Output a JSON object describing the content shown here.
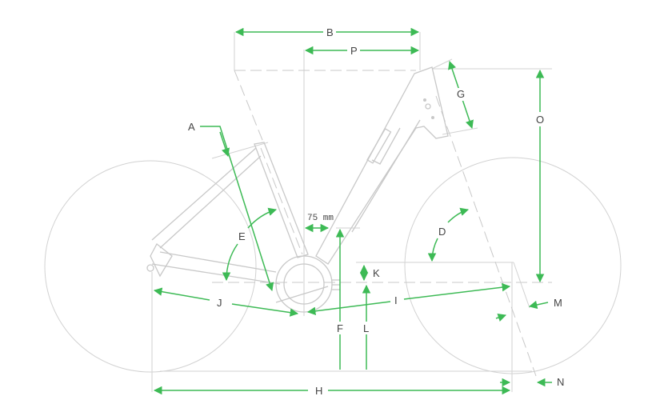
{
  "labels": {
    "A": "A",
    "B": "B",
    "D": "D",
    "E": "E",
    "F": "F",
    "G": "G",
    "H": "H",
    "I": "I",
    "J": "J",
    "K": "K",
    "L": "L",
    "M": "M",
    "N": "N",
    "O": "O",
    "P": "P"
  },
  "offset_label": "75 mm",
  "colors": {
    "dimension": "#3dba55",
    "frame": "#c8c8c8",
    "text": "#444444"
  }
}
